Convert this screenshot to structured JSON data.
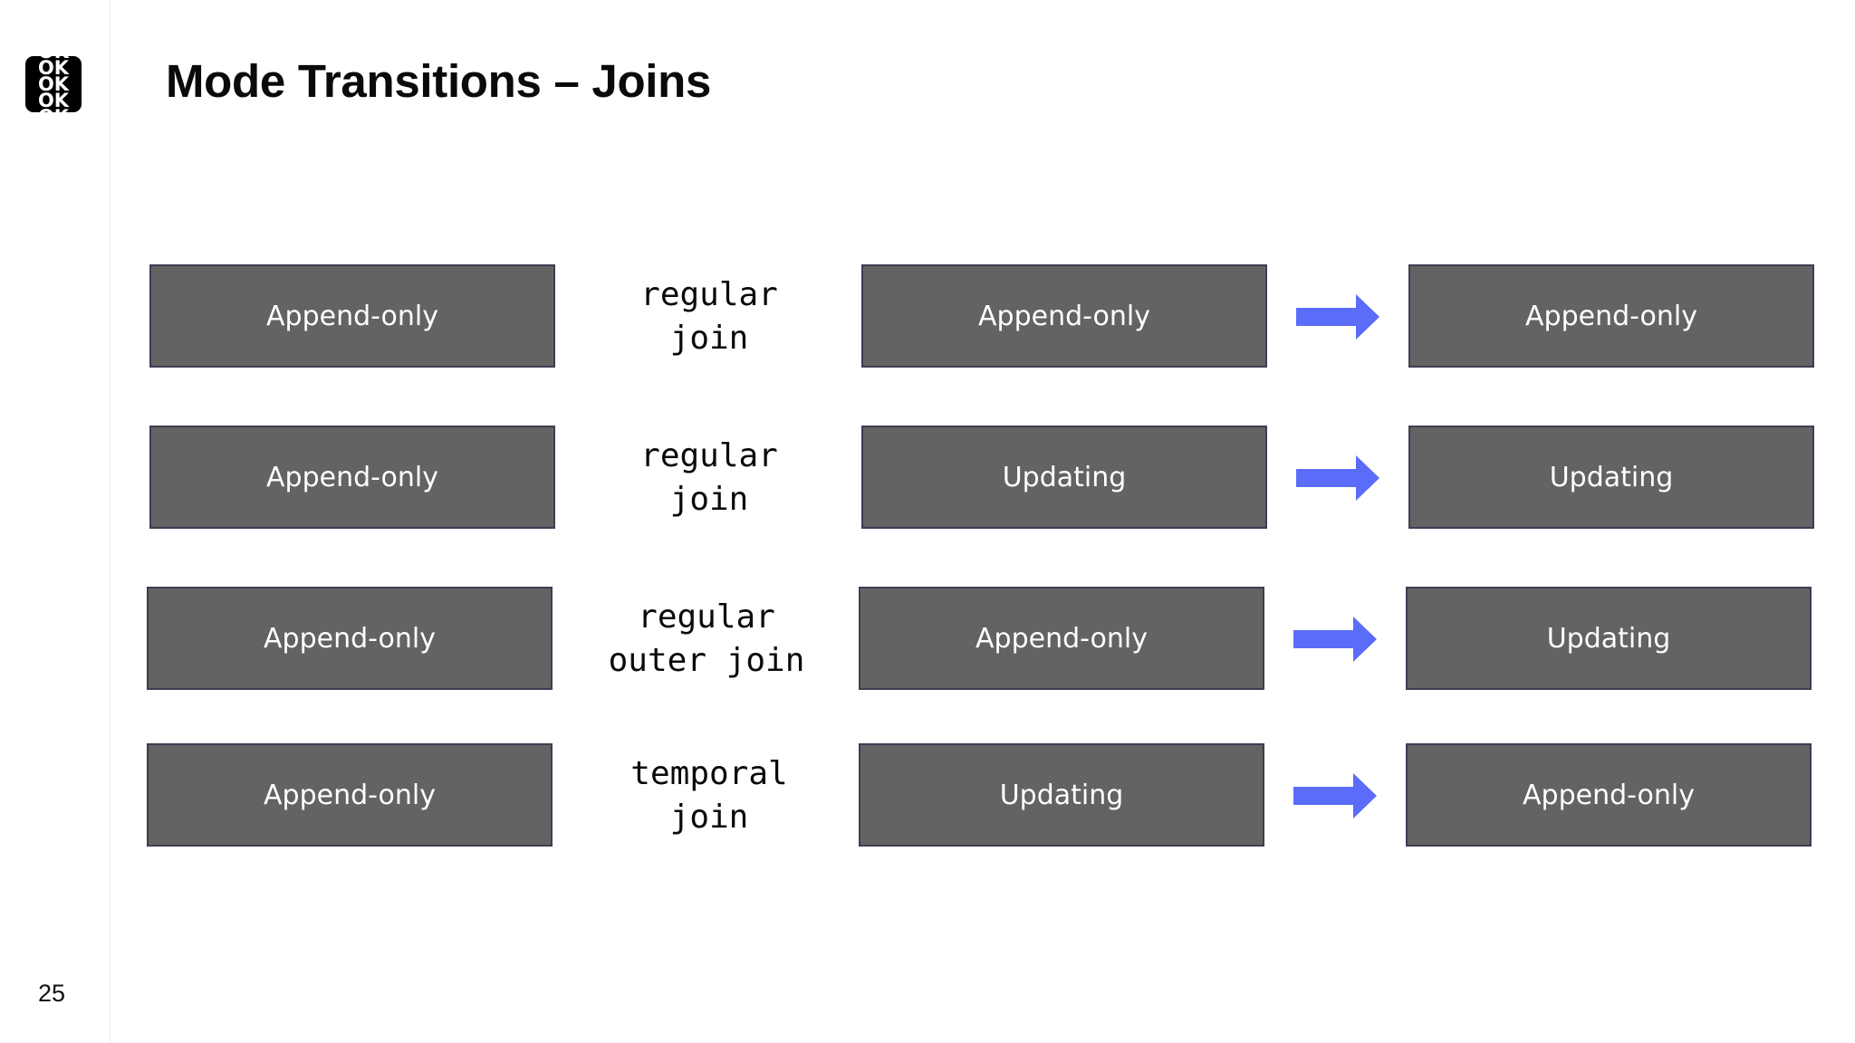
{
  "slide": {
    "logo_text": "OK",
    "title": "Mode Transitions – Joins",
    "page_number": "25",
    "accent_color": "#5b6cf9",
    "box_color": "#636363"
  },
  "rows": [
    {
      "left": "Append-only",
      "join": "regular join",
      "right": "Append-only",
      "result": "Append-only"
    },
    {
      "left": "Append-only",
      "join": "regular join",
      "right": "Updating",
      "result": "Updating"
    },
    {
      "left": "Append-only",
      "join": "regular outer join",
      "right": "Append-only",
      "result": "Updating"
    },
    {
      "left": "Append-only",
      "join": "temporal join",
      "right": "Updating",
      "result": "Append-only"
    }
  ]
}
